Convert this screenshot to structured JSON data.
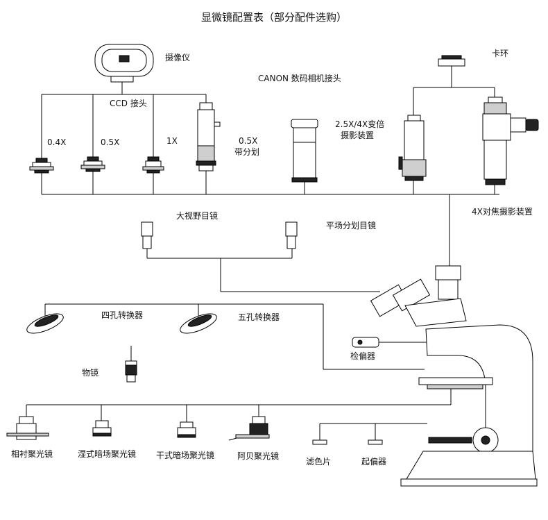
{
  "title": "显微镜配置表（部分配件选购）",
  "labels": {
    "camera": "摄像仪",
    "canon": "CANON 数码相机接头",
    "ring": "卡环",
    "ccd": "CCD 接头",
    "ccd_04": "0.4X",
    "ccd_05": "0.5X",
    "ccd_1": "1X",
    "split_05_mag": "0.5X",
    "split_05_name": "带分划",
    "zoom_mag": "2.5X/4X变倍",
    "zoom_name": "摄影装置",
    "focus4x": "4X对焦摄影装置",
    "wide_eyepiece": "大视野目镜",
    "flat_eyepiece": "平场分划目镜",
    "nosepiece4": "四孔转换器",
    "nosepiece5": "五孔转换器",
    "objective": "物镜",
    "analyzer": "检偏器",
    "phase_condenser": "相衬聚光镜",
    "wet_dark": "湿式暗场聚光镜",
    "dry_dark": "干式暗场聚光镜",
    "abbe": "阿贝聚光镜",
    "filter": "滤色片",
    "polarizer": "起偏器"
  },
  "icons": [
    "camera-icon",
    "ccd-adapter-icon",
    "canon-adapter-icon",
    "ring-icon",
    "zoom-device-icon",
    "focus-device-icon",
    "eyepiece-icon",
    "nosepiece-icon",
    "objective-icon",
    "analyzer-icon",
    "condenser-icon",
    "filter-icon",
    "microscope-icon"
  ]
}
